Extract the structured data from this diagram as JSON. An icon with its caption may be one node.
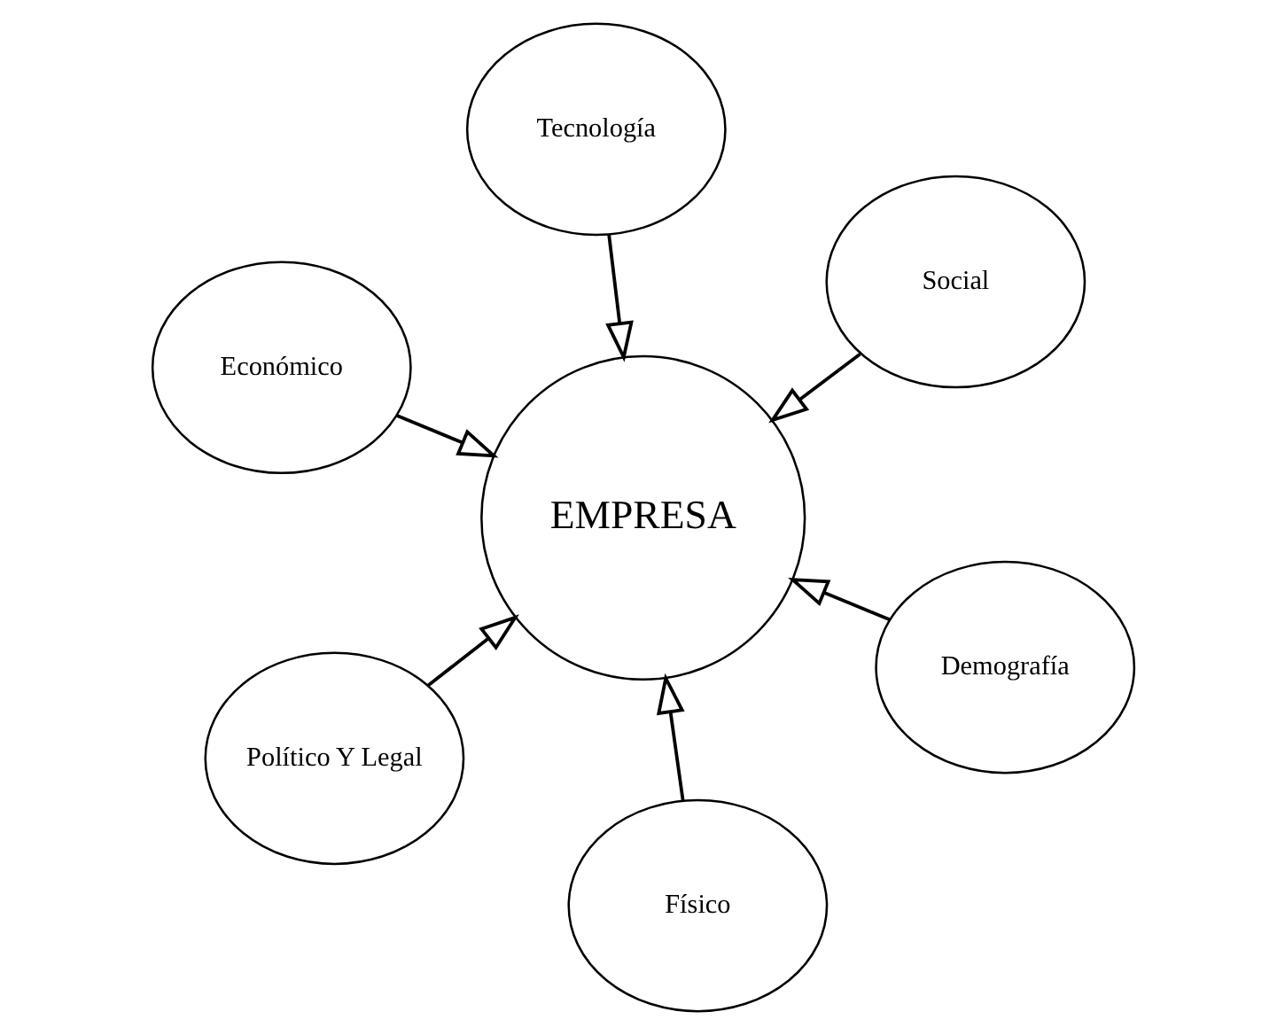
{
  "diagram": {
    "nodes": [
      {
        "text": [
          "Económico"
        ]
      },
      {
        "text": [
          "Demografía"
        ]
      },
      {
        "text": [
          "Físico"
        ]
      },
      {
        "text": [
          "EMPRESA"
        ]
      },
      {
        "text": [
          "Social"
        ]
      },
      {
        "text": [
          "Tecnología"
        ]
      },
      {
        "text": [
          "Político Y Legal"
        ]
      }
    ],
    "edges": [
      {
        "from": 0,
        "to": 3,
        "arrow": "to"
      },
      {
        "from": 1,
        "to": 3,
        "arrow": "to"
      },
      {
        "from": 2,
        "to": 3,
        "arrow": "to"
      },
      {
        "from": 4,
        "to": 3,
        "arrow": "to"
      },
      {
        "from": 5,
        "to": 3,
        "arrow": "to"
      },
      {
        "from": 6,
        "to": 3,
        "arrow": "to"
      }
    ]
  }
}
